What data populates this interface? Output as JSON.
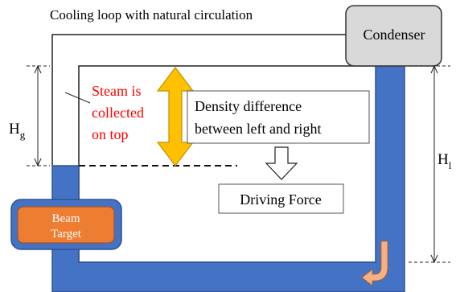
{
  "title": "Cooling loop with natural circulation",
  "components": {
    "condenser": "Condenser",
    "beam_target_line1": "Beam",
    "beam_target_line2": "Target"
  },
  "annotations": {
    "steam_line1": "Steam is",
    "steam_line2": "collected",
    "steam_line3": "on top",
    "density_line1": "Density difference",
    "density_line2": "between left and right",
    "driving_force": "Driving Force"
  },
  "dimensions": {
    "hg_base": "H",
    "hg_sub": "g",
    "hl_base": "H",
    "hl_sub": "l"
  },
  "colors": {
    "water": "#4472C4",
    "water_dark": "#2F528F",
    "target_fill": "#ED7D31",
    "condenser_fill": "#D9D9D9",
    "height_arrow": "#FFC000",
    "steam_text": "#FF0000",
    "flow_arrow": "#F4B183"
  }
}
